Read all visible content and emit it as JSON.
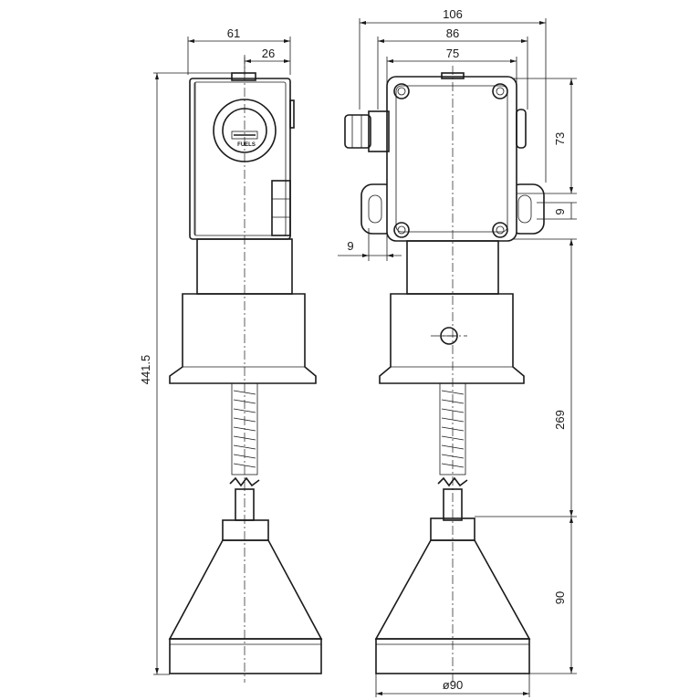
{
  "dimensions": {
    "side_width": "61",
    "side_offset": "26",
    "total_height": "441.5",
    "front_width_outer": "106",
    "front_width_mid": "86",
    "front_width_inner": "75",
    "box_height": "73",
    "mount_hole": "9",
    "mount_hole_left": "9",
    "rod_length": "269",
    "cone_height": "90",
    "cone_diameter": "ø90"
  },
  "logo": {
    "text": "FUELS"
  }
}
